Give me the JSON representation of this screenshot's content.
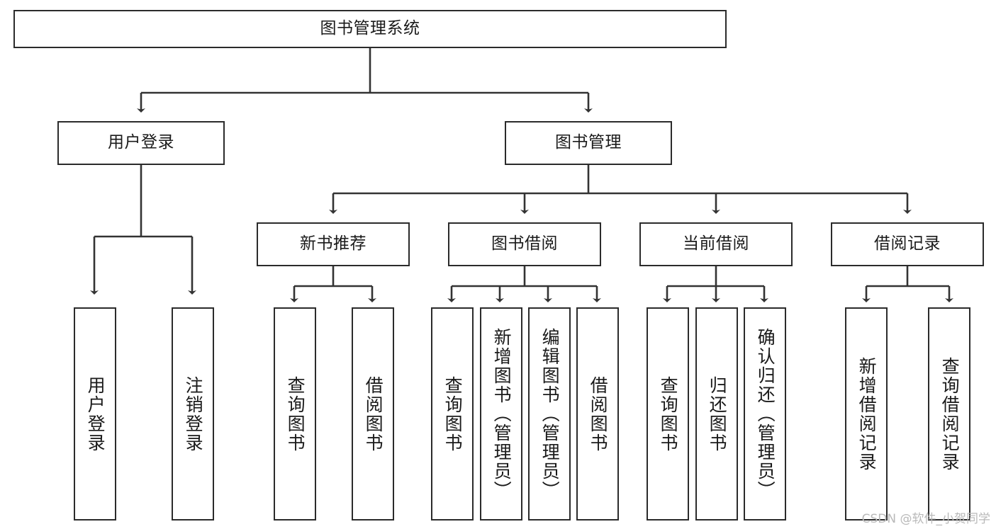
{
  "diagram": {
    "type": "tree",
    "title": "图书管理系统",
    "root": {
      "label": "图书管理系统"
    },
    "level2": [
      {
        "label": "用户登录"
      },
      {
        "label": "图书管理"
      }
    ],
    "level3": [
      {
        "label": "新书推荐"
      },
      {
        "label": "图书借阅"
      },
      {
        "label": "当前借阅"
      },
      {
        "label": "借阅记录"
      }
    ],
    "leaves": {
      "user_login": [
        {
          "label": "用户登录"
        },
        {
          "label": "注销登录"
        }
      ],
      "new_book_recommend": [
        {
          "label": "查询图书"
        },
        {
          "label": "借阅图书"
        }
      ],
      "book_borrow": [
        {
          "label": "查询图书"
        },
        {
          "label": "新增图书（管理员）"
        },
        {
          "label": "编辑图书（管理员）"
        },
        {
          "label": "借阅图书"
        }
      ],
      "current_borrow": [
        {
          "label": "查询图书"
        },
        {
          "label": "归还图书"
        },
        {
          "label": "确认归还（管理员）"
        }
      ],
      "borrow_record": [
        {
          "label": "新增借阅记录"
        },
        {
          "label": "查询借阅记录"
        }
      ]
    }
  },
  "watermark": {
    "text": "CSDN @软件_小贺同学"
  },
  "colors": {
    "box_border": "#2b2b2b",
    "box_fill": "#ffffff",
    "line": "#333333",
    "text": "#1a1a1a",
    "watermark": "#b9b9b9"
  }
}
